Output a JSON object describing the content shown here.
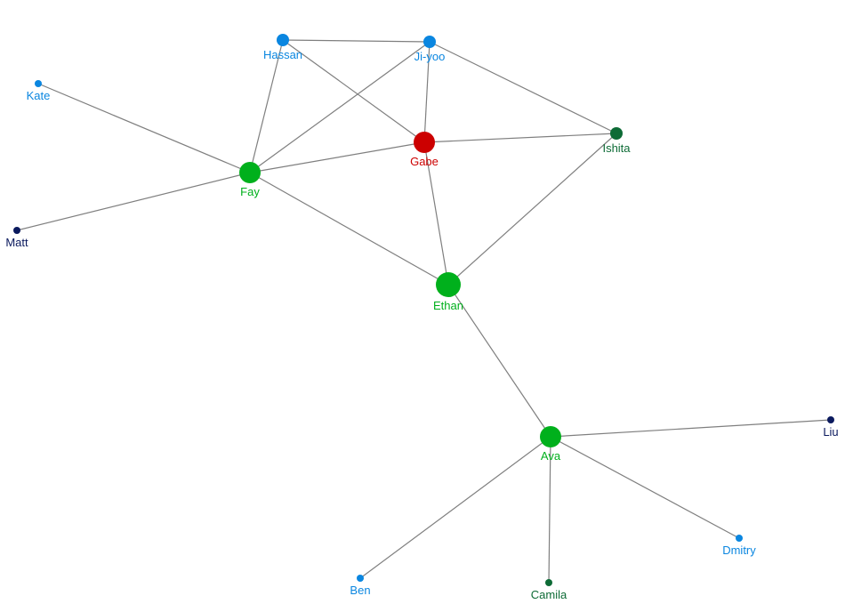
{
  "colors": {
    "edge": "#7f7f7f",
    "light-blue": "#0a86e0",
    "green": "#00b01c",
    "dark-green": "#0d6b36",
    "red": "#cc0000",
    "navy": "#0b1a5e"
  },
  "nodes": [
    {
      "id": "hassan",
      "label": "Hassan",
      "color": "light-blue",
      "size": "small"
    },
    {
      "id": "jiyoo",
      "label": "Ji-yoo",
      "color": "light-blue",
      "size": "small"
    },
    {
      "id": "kate",
      "label": "Kate",
      "color": "light-blue",
      "size": "tiny"
    },
    {
      "id": "gabe",
      "label": "Gabe",
      "color": "red",
      "size": "medium"
    },
    {
      "id": "ishita",
      "label": "Ishita",
      "color": "dark-green",
      "size": "small"
    },
    {
      "id": "fay",
      "label": "Fay",
      "color": "green",
      "size": "medium"
    },
    {
      "id": "matt",
      "label": "Matt",
      "color": "navy",
      "size": "tiny"
    },
    {
      "id": "ethan",
      "label": "Ethan",
      "color": "green",
      "size": "large"
    },
    {
      "id": "ava",
      "label": "Ava",
      "color": "green",
      "size": "medium"
    },
    {
      "id": "liu",
      "label": "Liu",
      "color": "navy",
      "size": "tiny"
    },
    {
      "id": "dmitry",
      "label": "Dmitry",
      "color": "light-blue",
      "size": "tiny"
    },
    {
      "id": "ben",
      "label": "Ben",
      "color": "light-blue",
      "size": "tiny"
    },
    {
      "id": "camila",
      "label": "Camila",
      "color": "dark-green",
      "size": "tiny"
    }
  ],
  "edges": [
    [
      "hassan",
      "jiyoo"
    ],
    [
      "hassan",
      "fay"
    ],
    [
      "hassan",
      "gabe"
    ],
    [
      "jiyoo",
      "fay"
    ],
    [
      "jiyoo",
      "gabe"
    ],
    [
      "jiyoo",
      "ishita"
    ],
    [
      "kate",
      "fay"
    ],
    [
      "matt",
      "fay"
    ],
    [
      "fay",
      "gabe"
    ],
    [
      "fay",
      "ethan"
    ],
    [
      "gabe",
      "ishita"
    ],
    [
      "gabe",
      "ethan"
    ],
    [
      "ishita",
      "ethan"
    ],
    [
      "ethan",
      "ava"
    ],
    [
      "ava",
      "liu"
    ],
    [
      "ava",
      "dmitry"
    ],
    [
      "ava",
      "ben"
    ],
    [
      "ava",
      "camila"
    ]
  ]
}
